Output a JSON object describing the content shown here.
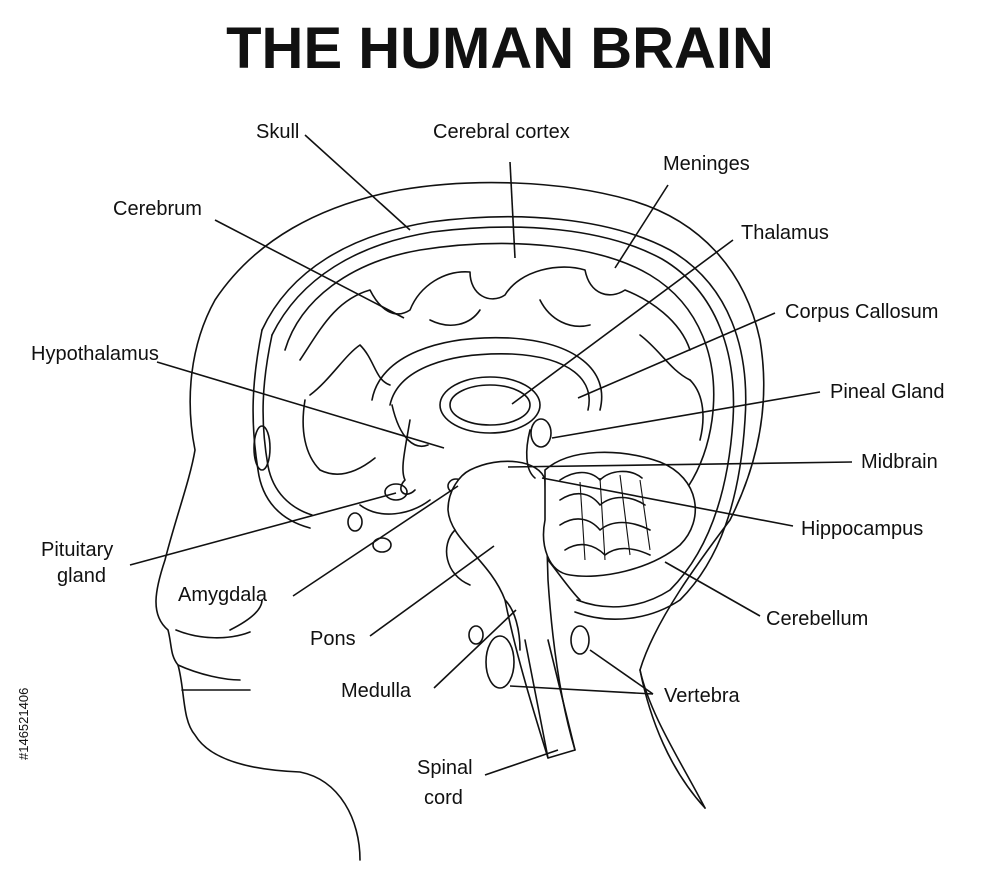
{
  "title": "THE HUMAN BRAIN",
  "labels": {
    "skull": "Skull",
    "cerebral_cortex": "Cerebral cortex",
    "meninges": "Meninges",
    "cerebrum": "Cerebrum",
    "thalamus": "Thalamus",
    "corpus_callosum": "Corpus Callosum",
    "hypothalamus": "Hypothalamus",
    "pineal_gland": "Pineal Gland",
    "midbrain": "Midbrain",
    "hippocampus": "Hippocampus",
    "pituitary_gland_1": "Pituitary",
    "pituitary_gland_2": "gland",
    "amygdala": "Amygdala",
    "cerebellum": "Cerebellum",
    "pons": "Pons",
    "medulla": "Medulla",
    "vertebra": "Vertebra",
    "spinal_cord_1": "Spinal",
    "spinal_cord_2": "cord"
  },
  "stock_id": "#146521406"
}
